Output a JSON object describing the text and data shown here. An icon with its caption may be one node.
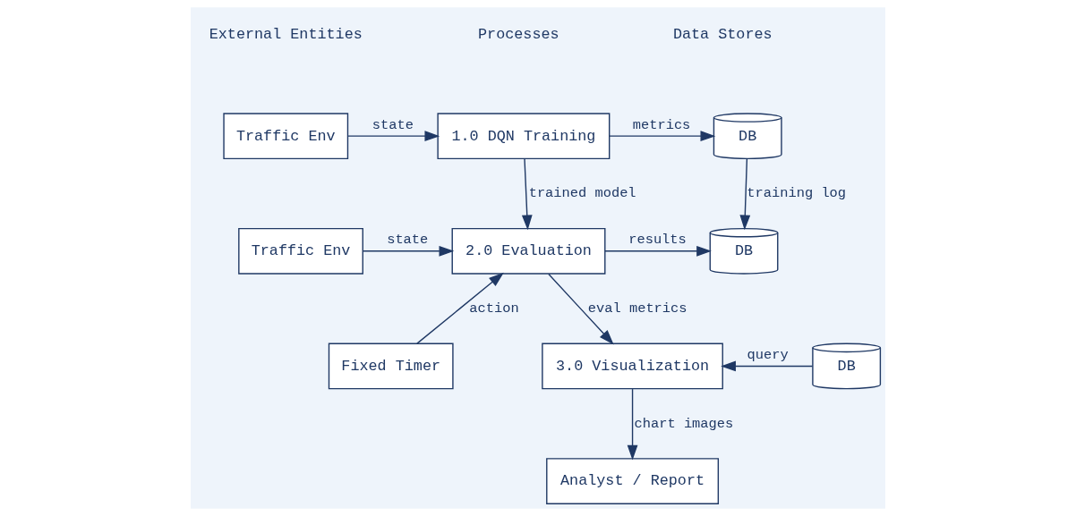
{
  "diagram": {
    "nodes": [
      {
        "text": [
          "Traffic Env"
        ]
      },
      {
        "text": [
          "1.0 DQN Training"
        ]
      },
      {
        "text": [
          "DB"
        ]
      },
      {
        "text": [
          "Traffic Env"
        ]
      },
      {
        "text": [
          "2.0 Evaluation"
        ]
      },
      {
        "text": [
          "DB"
        ]
      },
      {
        "text": [
          "Fixed Timer"
        ]
      },
      {
        "text": [
          "3.0 Visualization"
        ]
      },
      {
        "text": [
          "DB"
        ]
      },
      {
        "text": [
          "Analyst / Report"
        ]
      }
    ],
    "edges": [
      {
        "from": 0,
        "to": 1,
        "arrow": "to",
        "label": "state"
      },
      {
        "from": 1,
        "to": 2,
        "arrow": "to",
        "label": "metrics"
      },
      {
        "from": 1,
        "to": 4,
        "arrow": "to",
        "label": "trained model"
      },
      {
        "from": 2,
        "to": 5,
        "arrow": "to",
        "label": "training log"
      },
      {
        "from": 3,
        "to": 4,
        "arrow": "to",
        "label": "state"
      },
      {
        "from": 4,
        "to": 5,
        "arrow": "to",
        "label": "results"
      },
      {
        "from": 6,
        "to": 4,
        "arrow": "to",
        "label": "action"
      },
      {
        "from": 4,
        "to": 7,
        "arrow": "to",
        "label": "eval metrics"
      },
      {
        "from": 8,
        "to": 7,
        "arrow": "to",
        "label": "query"
      },
      {
        "from": 7,
        "to": 9,
        "arrow": "to",
        "label": "chart images"
      }
    ],
    "labels": [
      "External Entities",
      "Processes",
      "Data Stores"
    ]
  }
}
